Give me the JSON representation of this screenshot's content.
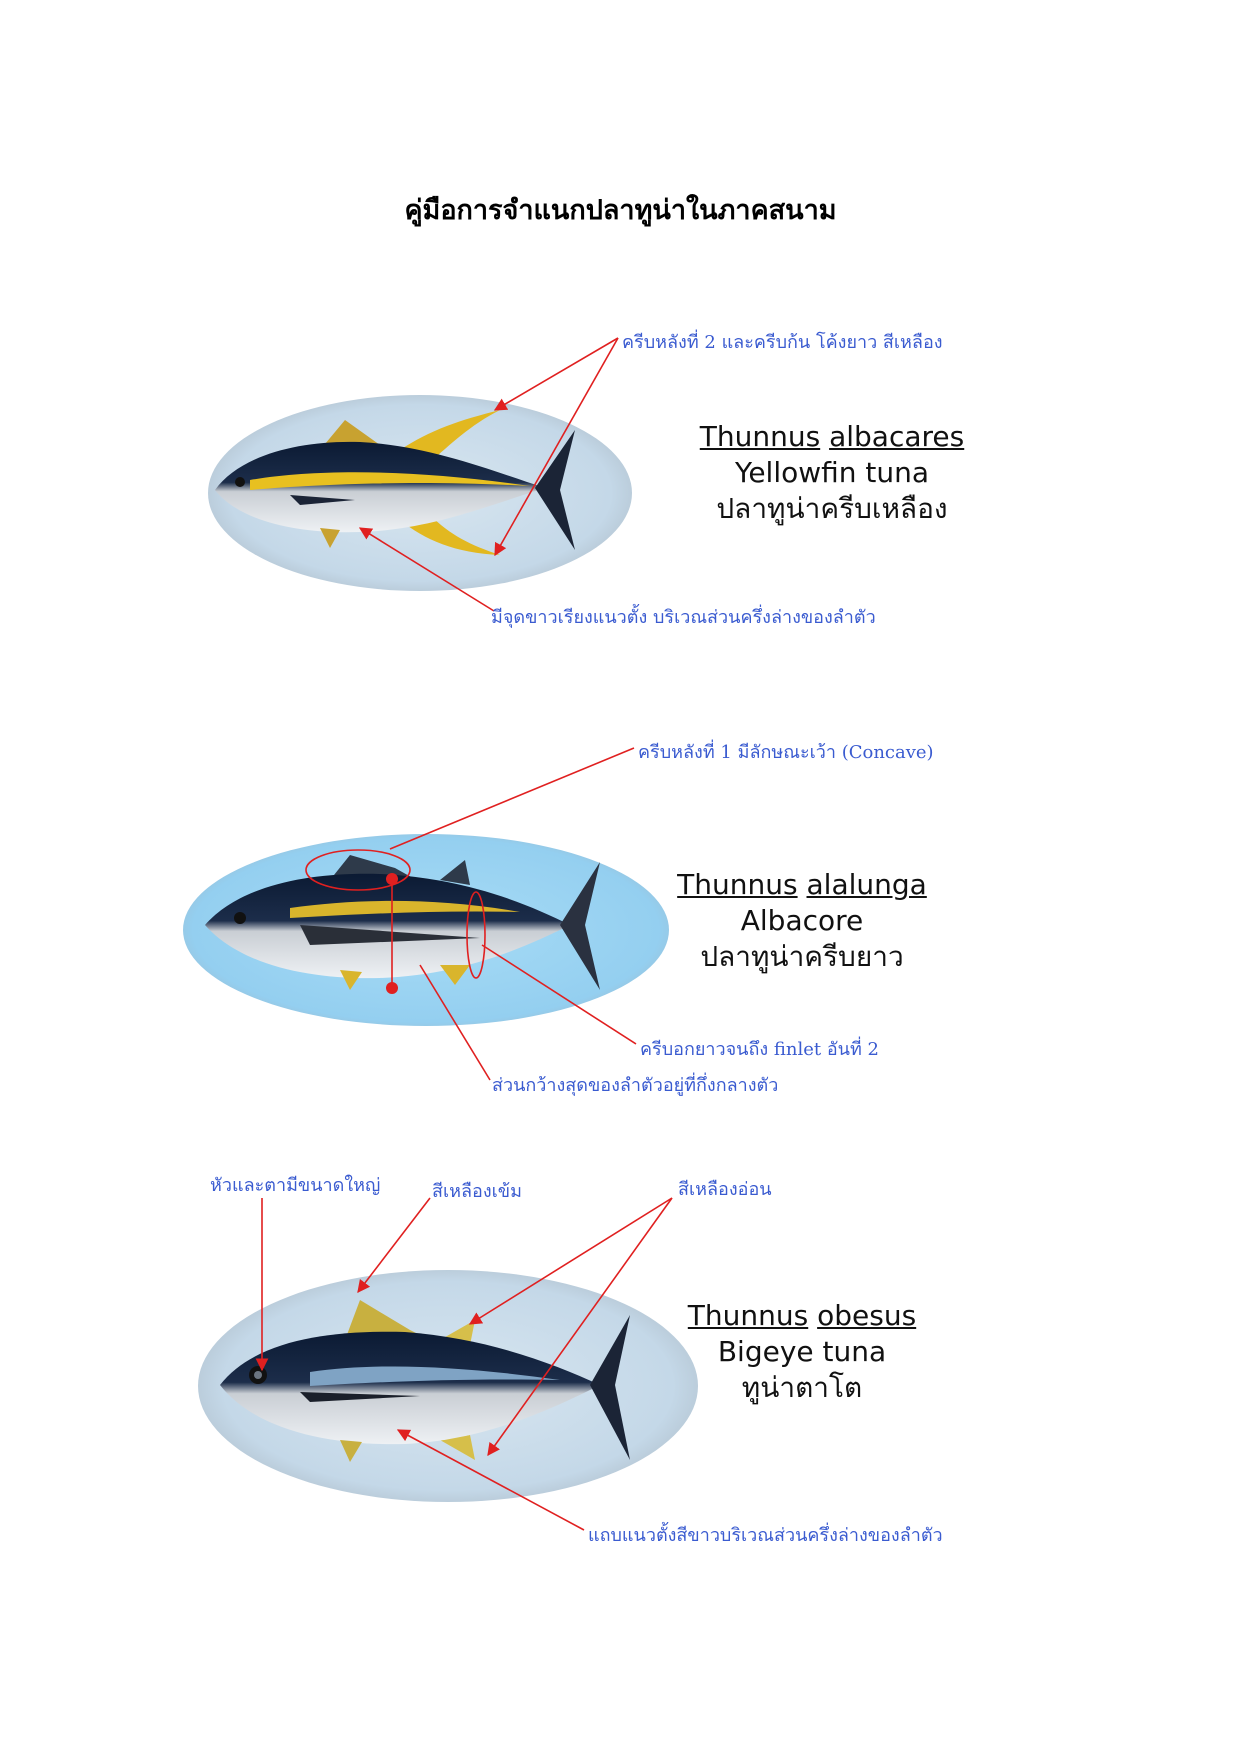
{
  "title": "คู่มือการจำแนกปลาทูน่าในภาคสนาม",
  "colors": {
    "annotation_text": "#3a5bd0",
    "pointer_line": "#e02020",
    "oval_light": "#c8dcec",
    "oval_bright": "#9fd6f3"
  },
  "species": [
    {
      "genus": "Thunnus",
      "epithet": "albacares",
      "common_name": "Yellowfin tuna",
      "thai_name": "ปลาทูน่าครีบเหลือง",
      "notes": [
        "ครีบหลังที่ 2 และครีบก้น โค้งยาว สีเหลือง",
        "มีจุดขาวเรียงแนวตั้ง บริเวณส่วนครึ่งล่างของลำตัว"
      ]
    },
    {
      "genus": "Thunnus",
      "epithet": "alalunga",
      "common_name": "Albacore",
      "thai_name": "ปลาทูน่าครีบยาว",
      "notes": [
        "ครีบหลังที่ 1 มีลักษณะเว้า (Concave)",
        "ครีบอกยาวจนถึง finlet อันที่ 2",
        "ส่วนกว้างสุดของลำตัวอยู่ที่กึ่งกลางตัว"
      ]
    },
    {
      "genus": "Thunnus",
      "epithet": "obesus",
      "common_name": "Bigeye tuna",
      "thai_name": "ทูน่าตาโต",
      "notes": [
        "หัวและตามีขนาดใหญ่",
        "สีเหลืองเข้ม",
        "สีเหลืองอ่อน",
        "แถบแนวตั้งสีขาวบริเวณส่วนครึ่งล่างของลำตัว"
      ]
    }
  ]
}
